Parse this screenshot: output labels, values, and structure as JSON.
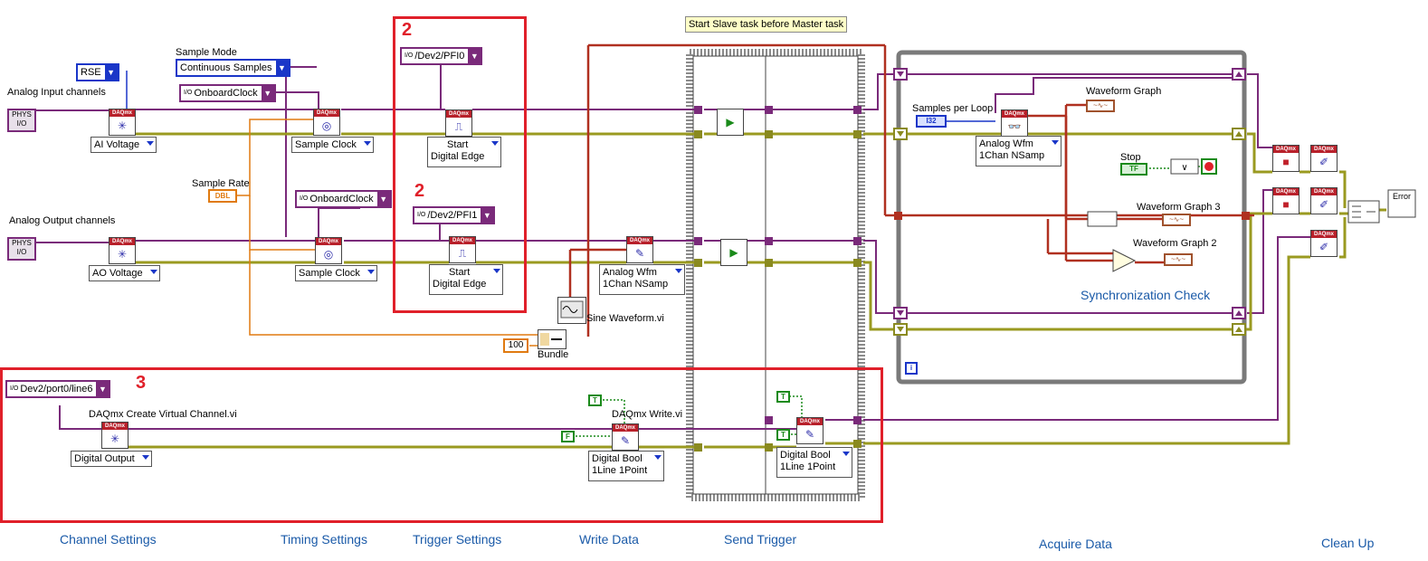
{
  "labels": {
    "ai_channels": "Analog Input channels",
    "ao_channels": "Analog Output channels",
    "sample_mode": "Sample Mode",
    "sample_rate": "Sample Rate",
    "sine_waveform": "Sine Waveform.vi",
    "bundle": "Bundle",
    "create_virtual_channel": "DAQmx Create Virtual Channel.vi",
    "daqmx_write": "DAQmx Write.vi",
    "samples_per_loop": "Samples per Loop",
    "waveform_graph": "Waveform Graph",
    "waveform_graph_3": "Waveform Graph 3",
    "waveform_graph_2": "Waveform Graph 2",
    "stop": "Stop",
    "sync_check": "Synchronization Check",
    "notice": "Start Slave task before Master task"
  },
  "sections": [
    "Channel Settings",
    "Timing Settings",
    "Trigger Settings",
    "Write Data",
    "Send Trigger",
    "Acquire Data",
    "Clean Up"
  ],
  "highlights": {
    "num_a": "2",
    "num_b": "2",
    "num_c": "3"
  },
  "controls": {
    "rse": "RSE",
    "continuous_samples": "Continuous Samples",
    "onboard_clock_1": "OnboardClock",
    "onboard_clock_2": "OnboardClock",
    "pfi0": "/Dev2/PFI0",
    "pfi1": "/Dev2/PFI1",
    "port0_line6": "Dev2/port0/line6",
    "const_100": "100",
    "phys_1": "PHYS",
    "phys_2": "PHYS",
    "dbl": "DBL",
    "i32": "I32",
    "bool_t1": "T",
    "bool_t2": "T",
    "bool_f": "F",
    "stop_tf": "TF",
    "loop_i": "i"
  },
  "selectors": {
    "ai_voltage": "AI Voltage",
    "ao_voltage": "AO Voltage",
    "sample_clock_1": "Sample Clock",
    "sample_clock_2": "Sample Clock",
    "start_digital_edge_1a": "Start",
    "start_digital_edge_1b": "Digital Edge",
    "start_digital_edge_2a": "Start",
    "start_digital_edge_2b": "Digital Edge",
    "analog_wfm_1a": "Analog Wfm",
    "analog_wfm_1b": "1Chan NSamp",
    "analog_wfm_2a": "Analog Wfm",
    "analog_wfm_2b": "1Chan NSamp",
    "digital_output": "Digital Output",
    "digital_bool_1a": "Digital Bool",
    "digital_bool_1b": "1Line 1Point",
    "digital_bool_2a": "Digital Bool",
    "digital_bool_2b": "1Line 1Point"
  },
  "icons": {
    "daqmx_header": "DAQmx",
    "error_handler": "Error"
  },
  "colors": {
    "task_wire": "#7a2a7a",
    "error_wire": "#8a8a20",
    "numeric_wire": "#e07a10",
    "waveform_wire": "#a0522d",
    "highlight": "#e0202a",
    "section_text": "#1a5aa8",
    "ring_blue": "#1a36c8"
  }
}
